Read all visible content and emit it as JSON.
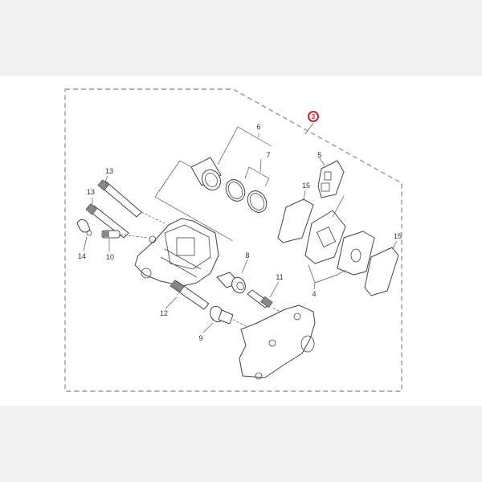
{
  "diagram": {
    "type": "exploded-parts-view",
    "subject": "rear brake caliper assembly",
    "highlighted_callout": {
      "number": "3",
      "color": "#cc2233"
    },
    "callouts": [
      {
        "number": "3",
        "part": "caliper-assembly"
      },
      {
        "number": "4",
        "part": "brake-pad-kit"
      },
      {
        "number": "5",
        "part": "piston"
      },
      {
        "number": "6",
        "part": "piston-seal-kit"
      },
      {
        "number": "7",
        "part": "support-bolt"
      },
      {
        "number": "8",
        "part": "boot"
      },
      {
        "number": "9",
        "part": "pad-support"
      },
      {
        "number": "10",
        "part": "bleed-screw"
      },
      {
        "number": "11",
        "part": "bolt"
      },
      {
        "number": "12",
        "part": "pin"
      },
      {
        "number": "13",
        "part": "pad-pin"
      },
      {
        "number": "13",
        "part": "pad-pin"
      },
      {
        "number": "14",
        "part": "bleed-screw-cap"
      },
      {
        "number": "15",
        "part": "pad-shim"
      },
      {
        "number": "15",
        "part": "pad-shim"
      }
    ]
  },
  "colors": {
    "band": "#f2f2f2",
    "canvas": "#ffffff",
    "line": "#444444",
    "dashed_border": "#999999",
    "accent": "#cc2233"
  }
}
